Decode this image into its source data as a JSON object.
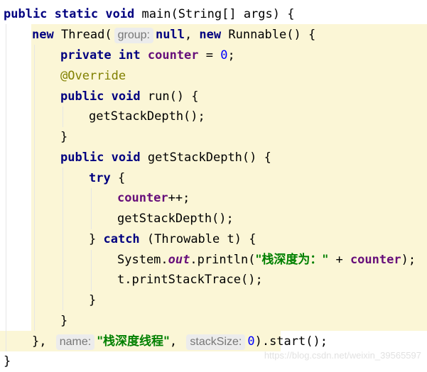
{
  "code": {
    "l1": {
      "public": "public",
      "static": "static",
      "void": "void",
      "rest": " main(String[] args) {"
    },
    "l2": {
      "new1": "new",
      "thread": " Thread(",
      "hint": "group:",
      "null": "null",
      "comma": ", ",
      "new2": "new",
      "runnable": " Runnable() {"
    },
    "l3": {
      "private": "private",
      "int": "int",
      "counter": "counter",
      "eq": " = ",
      "zero": "0",
      "semi": ";"
    },
    "l4": {
      "override": "@Override"
    },
    "l5": {
      "public": "public",
      "void": "void",
      "rest": " run() {"
    },
    "l6": {
      "text": "getStackDepth();"
    },
    "l7": {
      "text": "}"
    },
    "l8": {
      "public": "public",
      "void": "void",
      "rest": " getStackDepth() {"
    },
    "l9": {
      "try": "try",
      "rest": " {"
    },
    "l10": {
      "counter": "counter",
      "rest": "++;"
    },
    "l11": {
      "text": "getStackDepth();"
    },
    "l12": {
      "pre": "} ",
      "catch": "catch",
      "rest": " (Throwable t) {"
    },
    "l13": {
      "system": "System.",
      "out": "out",
      "println": ".println(",
      "str": "\"栈深度为：\"",
      "plus": " + ",
      "counter": "counter",
      "end": ");"
    },
    "l14": {
      "text": "t.printStackTrace();"
    },
    "l15": {
      "text": "}"
    },
    "l16": {
      "text": "}"
    },
    "l17": {
      "pre": "},",
      "hint1": "name:",
      "str": "\"栈深度线程\"",
      "comma": ",",
      "hint2": "stackSize:",
      "zero": "0",
      "end": ").start();"
    },
    "l18": {
      "text": "}"
    }
  },
  "watermark": "https://blog.csdn.net/weixin_39565597"
}
